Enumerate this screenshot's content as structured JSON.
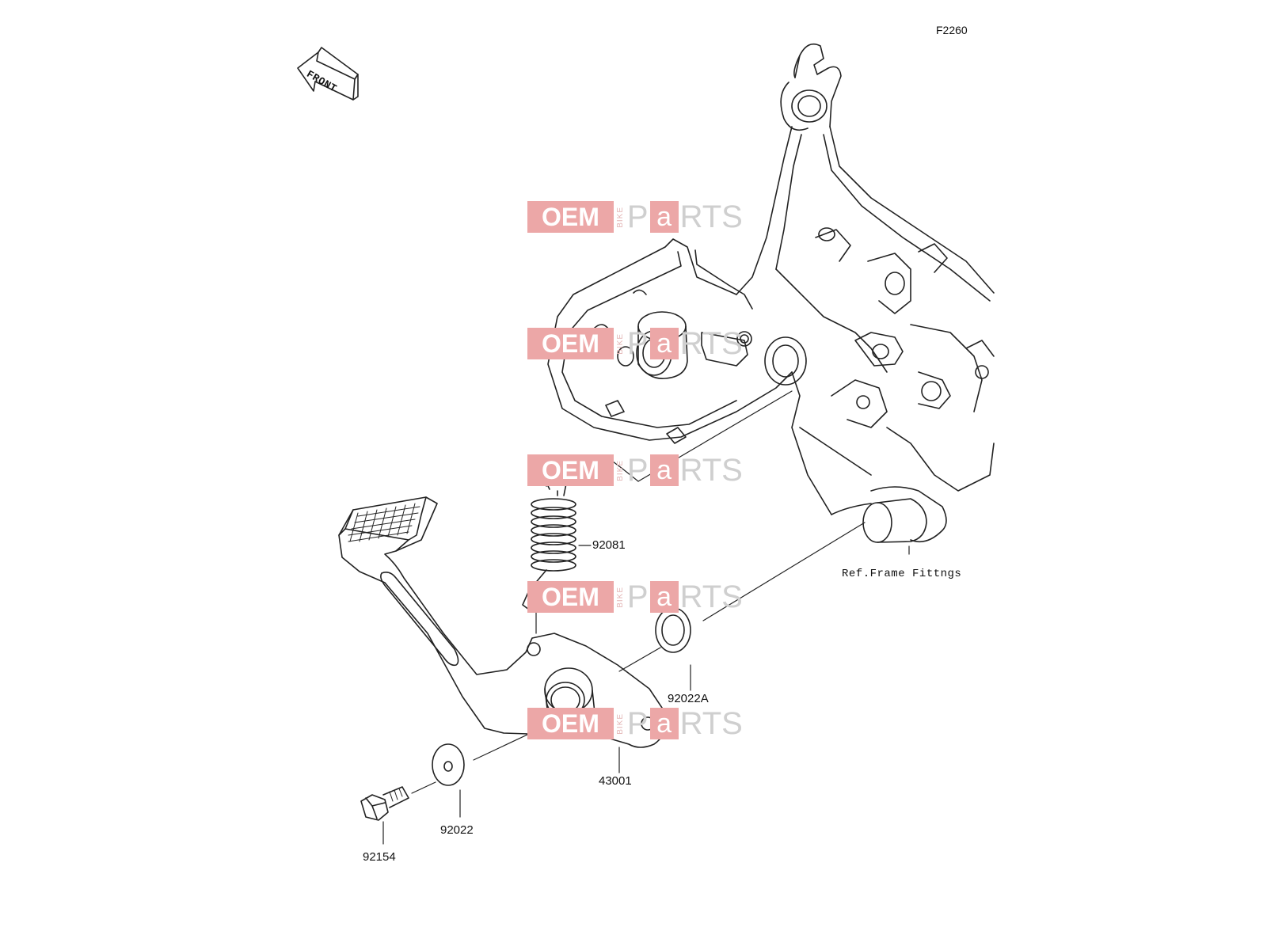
{
  "diagram_code": "F2260",
  "front_arrow_label": "FRONT",
  "parts": {
    "spring": "92081",
    "frame_ref": "Ref.Frame Fittngs",
    "washer_a": "92022A",
    "pedal": "43001",
    "washer": "92022",
    "bolt": "92154"
  },
  "watermark": {
    "oem": "OEM",
    "bike": "BIKE",
    "p": "P",
    "a": "a",
    "rts": "RTS",
    "color_red": "#eca7a7",
    "color_gray": "#cfcfcf"
  }
}
